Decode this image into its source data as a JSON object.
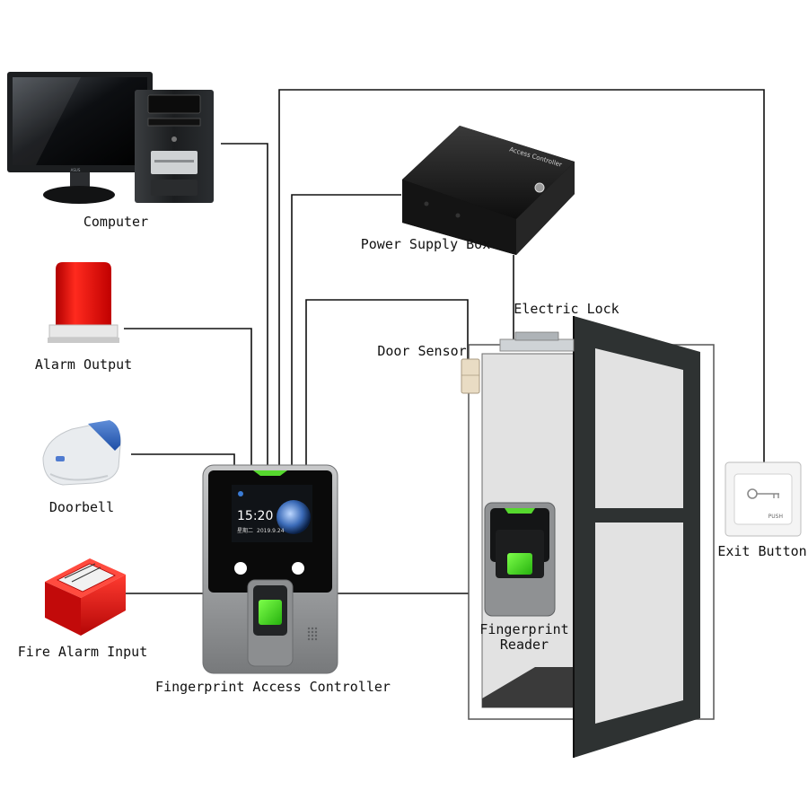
{
  "labels": {
    "computer": "Computer",
    "power_supply_box": "Power Supply Box",
    "electric_lock": "Electric Lock",
    "door_sensor": "Door Sensor",
    "alarm_output": "Alarm Output",
    "doorbell": "Doorbell",
    "fire_alarm_input": "Fire Alarm Input",
    "fingerprint_access_controller": "Fingerprint Access Controller",
    "fingerprint_reader_line1": "Fingerprint",
    "fingerprint_reader_line2": "Reader",
    "exit_button": "Exit Button"
  },
  "device_text": {
    "power_box_caption": "Access Controller",
    "controller_time": "15:20",
    "controller_day": "星期二",
    "controller_date": "2019.9.24",
    "exit_button_caption": "PUSH",
    "monitor_brand": "ASUS"
  },
  "colors": {
    "wire": "#111111",
    "accent_green": "#4cd32b",
    "alarm_red": "#e01010",
    "door_frame": "#2e3232",
    "controller_body": "#8e9091"
  }
}
